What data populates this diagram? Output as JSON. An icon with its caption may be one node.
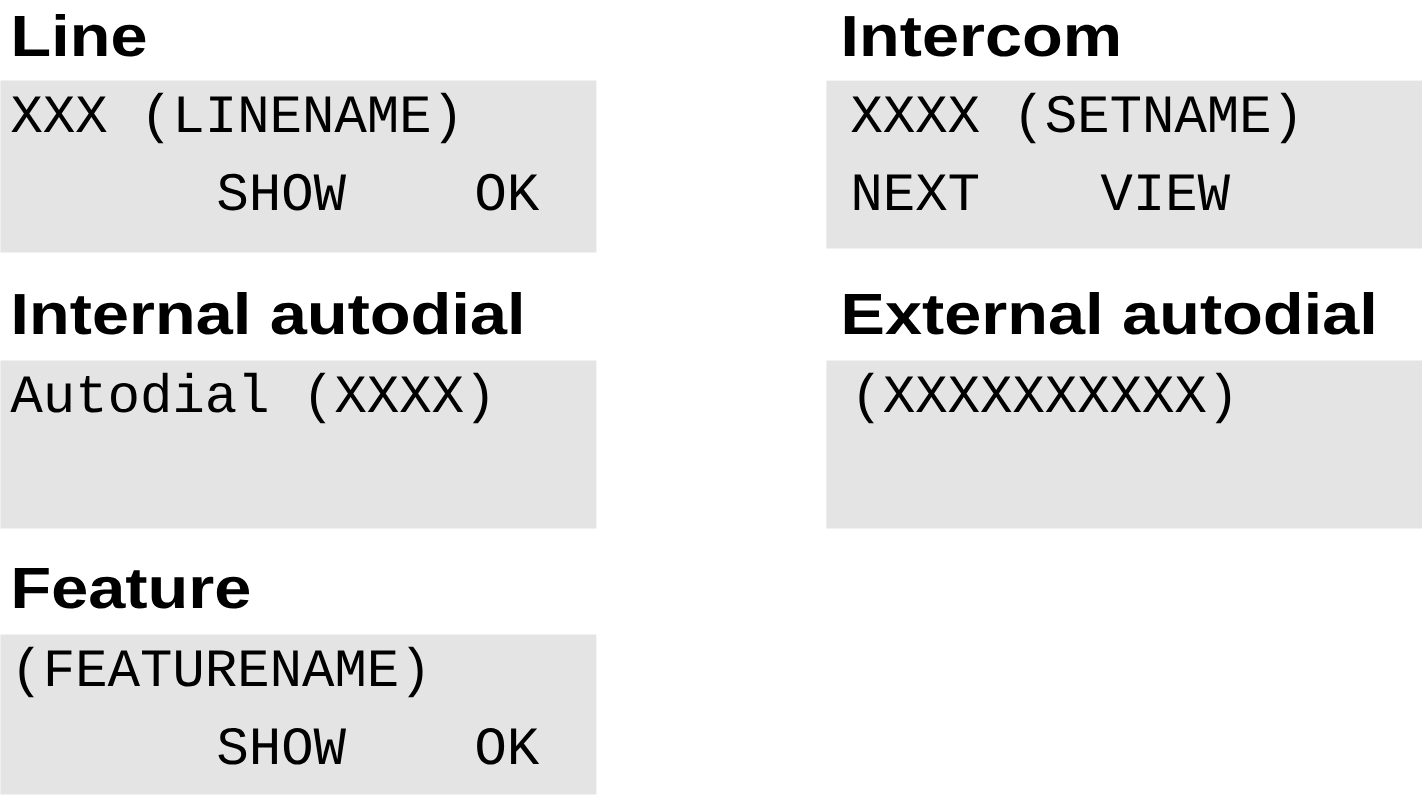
{
  "diagram": {
    "nodes": [
      {
        "text": [
          "Line",
          "XXX (LINENAME)",
          "SHOW",
          "OK"
        ]
      },
      {
        "text": [
          "Intercom",
          "XXXX (SETNAME)",
          "NEXT",
          "VIEW"
        ]
      },
      {
        "text": [
          "Internal autodial",
          "Autodial (XXXX)"
        ]
      },
      {
        "text": [
          "External autodial",
          "(XXXXXXXXXX)"
        ]
      },
      {
        "text": [
          "Feature",
          "(FEATURENAME)",
          "SHOW",
          "OK"
        ]
      }
    ]
  }
}
